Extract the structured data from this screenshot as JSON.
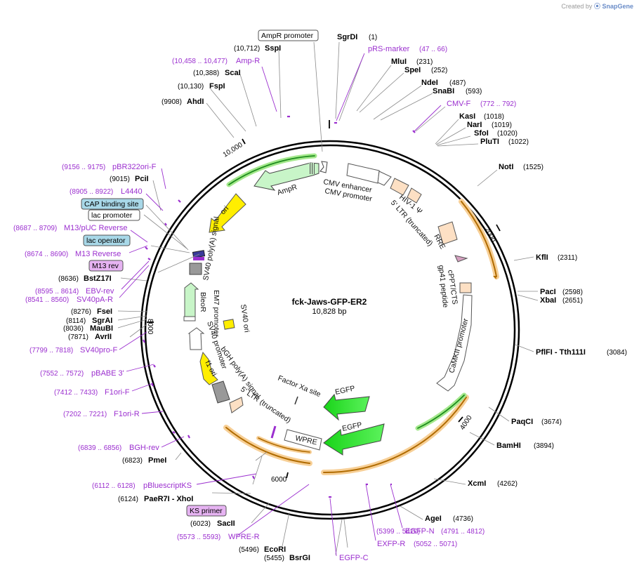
{
  "credit": {
    "prefix": "Created by",
    "brand": "SnapGene"
  },
  "plasmid": {
    "name": "fck-Jaws-GFP-ER2",
    "size": "10,828 bp"
  },
  "ticks": [
    "2000",
    "4000",
    "6000",
    "8000",
    "10,000"
  ],
  "enzymes": [
    {
      "name": "SgrDI",
      "pos": "(1)"
    },
    {
      "name": "MluI",
      "pos": "(231)"
    },
    {
      "name": "SpeI",
      "pos": "(252)"
    },
    {
      "name": "NdeI",
      "pos": "(487)"
    },
    {
      "name": "SnaBI",
      "pos": "(593)"
    },
    {
      "name": "KasI",
      "pos": "(1018)"
    },
    {
      "name": "NarI",
      "pos": "(1019)"
    },
    {
      "name": "SfoI",
      "pos": "(1020)"
    },
    {
      "name": "PluTI",
      "pos": "(1022)"
    },
    {
      "name": "NotI",
      "pos": "(1525)"
    },
    {
      "name": "KflI",
      "pos": "(2311)"
    },
    {
      "name": "PacI",
      "pos": "(2598)"
    },
    {
      "name": "XbaI",
      "pos": "(2651)"
    },
    {
      "name": "PflFI - Tth111I",
      "pos": "(3084)"
    },
    {
      "name": "PaqCI",
      "pos": "(3674)"
    },
    {
      "name": "BamHI",
      "pos": "(3894)"
    },
    {
      "name": "XcmI",
      "pos": "(4262)"
    },
    {
      "name": "AgeI",
      "pos": "(4736)"
    },
    {
      "name": "BsrGI",
      "pos": "(5455)"
    },
    {
      "name": "EcoRI",
      "pos": "(5496)"
    },
    {
      "name": "SacII",
      "pos": "(6023)"
    },
    {
      "name": "PaeR7I - XhoI",
      "pos": "(6124)"
    },
    {
      "name": "PmeI",
      "pos": "(6823)"
    },
    {
      "name": "AvrII",
      "pos": "(7871)"
    },
    {
      "name": "MauBI",
      "pos": "(8036)"
    },
    {
      "name": "SgrAI",
      "pos": "(8114)"
    },
    {
      "name": "FseI",
      "pos": "(8276)"
    },
    {
      "name": "BstZ17I",
      "pos": "(8636)"
    },
    {
      "name": "PciI",
      "pos": "(9015)"
    },
    {
      "name": "AhdI",
      "pos": "(9908)"
    },
    {
      "name": "FspI",
      "pos": "(10,130)"
    },
    {
      "name": "ScaI",
      "pos": "(10,388)"
    },
    {
      "name": "SspI",
      "pos": "(10,712)"
    }
  ],
  "primers": [
    {
      "name": "pRS-marker",
      "pos": "(47 .. 66)"
    },
    {
      "name": "CMV-F",
      "pos": "(772 .. 792)"
    },
    {
      "name": "EGFP-N",
      "pos": "(4791 .. 4812)"
    },
    {
      "name": "EXFP-R",
      "pos": "(5052 .. 5071)"
    },
    {
      "name": "EGFP-C",
      "pos": "(5399 .. 5420)"
    },
    {
      "name": "WPRE-R",
      "pos": "(5573 .. 5593)"
    },
    {
      "name": "pBluescriptKS",
      "pos": "(6112 .. 6128)"
    },
    {
      "name": "BGH-rev",
      "pos": "(6839 .. 6856)"
    },
    {
      "name": "F1ori-R",
      "pos": "(7202 .. 7221)"
    },
    {
      "name": "F1ori-F",
      "pos": "(7412 .. 7433)"
    },
    {
      "name": "pBABE 3'",
      "pos": "(7552 .. 7572)"
    },
    {
      "name": "SV40pro-F",
      "pos": "(7799 .. 7818)"
    },
    {
      "name": "SV40pA-R",
      "pos": "(8541 .. 8560)"
    },
    {
      "name": "EBV-rev",
      "pos": "(8595 .. 8614)"
    },
    {
      "name": "M13 Reverse",
      "pos": "(8674 .. 8690)"
    },
    {
      "name": "M13/pUC Reverse",
      "pos": "(8687 .. 8709)"
    },
    {
      "name": "L4440",
      "pos": "(8905 .. 8922)"
    },
    {
      "name": "pBR322ori-F",
      "pos": "(9156 .. 9175)"
    },
    {
      "name": "Amp-R",
      "pos": "(10,458 .. 10,477)"
    }
  ],
  "boxed": [
    {
      "name": "AmpR promoter",
      "fill": "#ffffff"
    },
    {
      "name": "CAP binding site",
      "fill": "#a8d8e8"
    },
    {
      "name": "lac promoter",
      "fill": "#ffffff"
    },
    {
      "name": "lac operator",
      "fill": "#a8d8e8"
    },
    {
      "name": "M13 rev",
      "fill": "#e6b3f2"
    },
    {
      "name": "KS primer",
      "fill": "#e6b3f2"
    }
  ],
  "features": {
    "ampr": "AmpR",
    "ori": "ori",
    "sv40pa": "SV40 poly(A) signal",
    "cmv_enhancer": "CMV enhancer",
    "cmv_promoter": "CMV promoter",
    "hiv_psi": "HIV-1 Ψ",
    "ltr5": "5' LTR (truncated)",
    "rre": "RRE",
    "cppt": "cPPT/CTS",
    "gp41": "gp41 peptide",
    "camkii": "CaMKII promoter",
    "bleor": "BleoR",
    "em7": "EM7 promoter",
    "sv40_ori": "SV40 ori",
    "sv40_promoter": "SV40 promoter",
    "bgh": "bGH poly(A) signal",
    "ltr5b": "5' LTR (truncated)",
    "f1ori": "f1 ori",
    "factor_xa": "Factor Xa site",
    "egfp1": "EGFP",
    "egfp2": "EGFP",
    "wpre": "WPRE"
  },
  "colors": {
    "primer": "#9b2fcf",
    "backbone": "#000000",
    "cds": "#6fe36f",
    "highlight": "#f4b35a"
  }
}
